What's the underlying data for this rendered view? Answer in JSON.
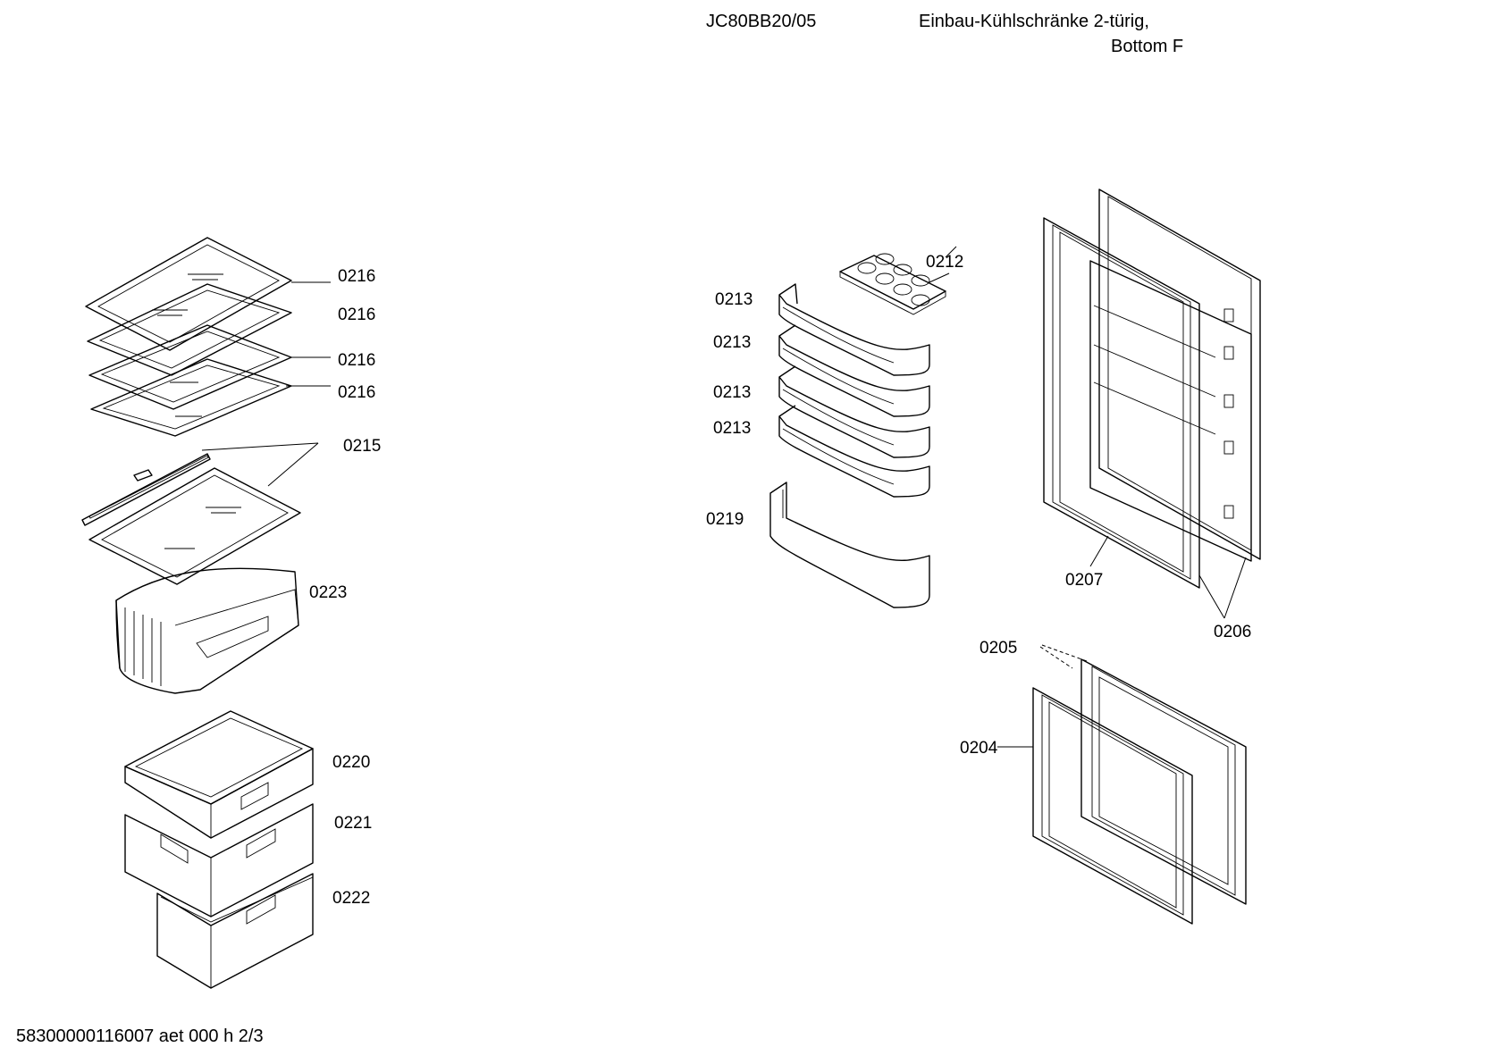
{
  "header": {
    "model": "JC80BB20/05",
    "description_line1": "Einbau-Kühlschränke 2-türig,",
    "description_line2": "Bottom F"
  },
  "footer": {
    "document_id": "58300000116007 aet 000 h 2/3"
  },
  "labels": {
    "shelf_1": "0216",
    "shelf_2": "0216",
    "shelf_3": "0216",
    "shelf_4": "0216",
    "shelf_strip": "0215",
    "crisper_cover": "0223",
    "drawer_top": "0220",
    "drawer_mid": "0221",
    "drawer_bottom": "0222",
    "egg_tray": "0212",
    "door_shelf_1": "0213",
    "door_shelf_2": "0213",
    "door_shelf_3": "0213",
    "door_shelf_4": "0213",
    "bottle_shelf": "0219",
    "door_gasket_upper": "0207",
    "door_upper": "0206",
    "door_lower": "0205",
    "door_gasket_lower": "0204"
  }
}
